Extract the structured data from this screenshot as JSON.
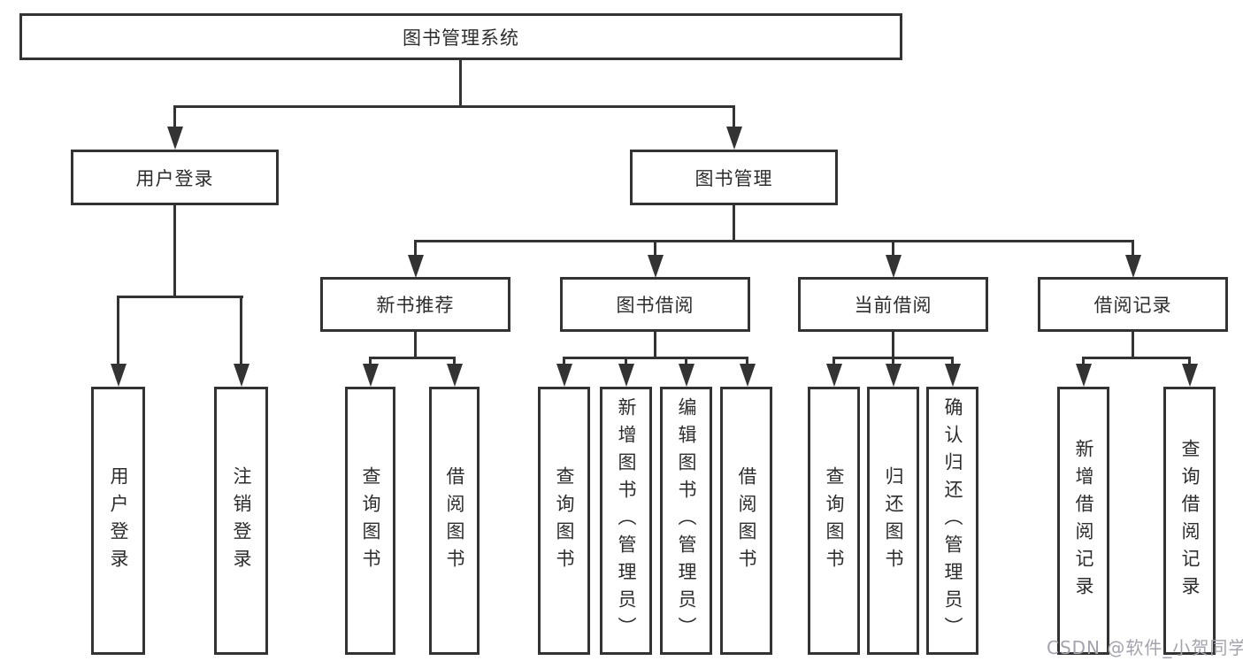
{
  "diagram": {
    "root": {
      "label": "图书管理系统"
    },
    "level2": [
      {
        "label": "用户登录"
      },
      {
        "label": "图书管理"
      }
    ],
    "level3": [
      {
        "label": "新书推荐"
      },
      {
        "label": "图书借阅"
      },
      {
        "label": "当前借阅"
      },
      {
        "label": "借阅记录"
      }
    ],
    "leaves": {
      "user_login": [
        {
          "label": "用户登录"
        },
        {
          "label": "注销登录"
        }
      ],
      "new_books": [
        {
          "label": "查询图书"
        },
        {
          "label": "借阅图书"
        }
      ],
      "book_borrow": [
        {
          "label": "查询图书"
        },
        {
          "label": "新增图书（管理员）"
        },
        {
          "label": "编辑图书（管理员）"
        },
        {
          "label": "借阅图书"
        }
      ],
      "current_borrow": [
        {
          "label": "查询图书"
        },
        {
          "label": "归还图书"
        },
        {
          "label": "确认归还（管理员）"
        }
      ],
      "borrow_records": [
        {
          "label": "新增借阅记录"
        },
        {
          "label": "查询借阅记录"
        }
      ]
    },
    "watermark": "CSDN @软件_小贺同学",
    "colors": {
      "line": "#333333",
      "text": "#2d2d2d",
      "watermark": "#a3a3ad",
      "background": "#ffffff"
    }
  }
}
